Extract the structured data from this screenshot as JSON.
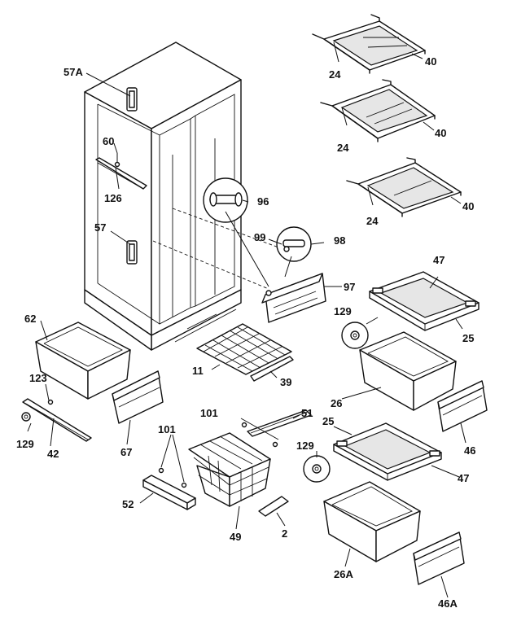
{
  "diagram": {
    "labels": {
      "l57a": "57A",
      "l60": "60",
      "l126": "126",
      "l57": "57",
      "l62": "62",
      "l123": "123",
      "l129a": "129",
      "l42": "42",
      "l67": "67",
      "l11": "11",
      "l39": "39",
      "l96": "96",
      "l99": "99",
      "l98": "98",
      "l97": "97",
      "l24a": "24",
      "l40a": "40",
      "l24b": "24",
      "l40b": "40",
      "l24c": "24",
      "l40c": "40",
      "l47a": "47",
      "l129b": "129",
      "l25a": "25",
      "l26": "26",
      "l46": "46",
      "l101a": "101",
      "l51": "51",
      "l101b": "101",
      "l52": "52",
      "l49": "49",
      "l2": "2",
      "l25b": "25",
      "l129c": "129",
      "l47b": "47",
      "l26a": "26A",
      "l46a": "46A"
    }
  }
}
